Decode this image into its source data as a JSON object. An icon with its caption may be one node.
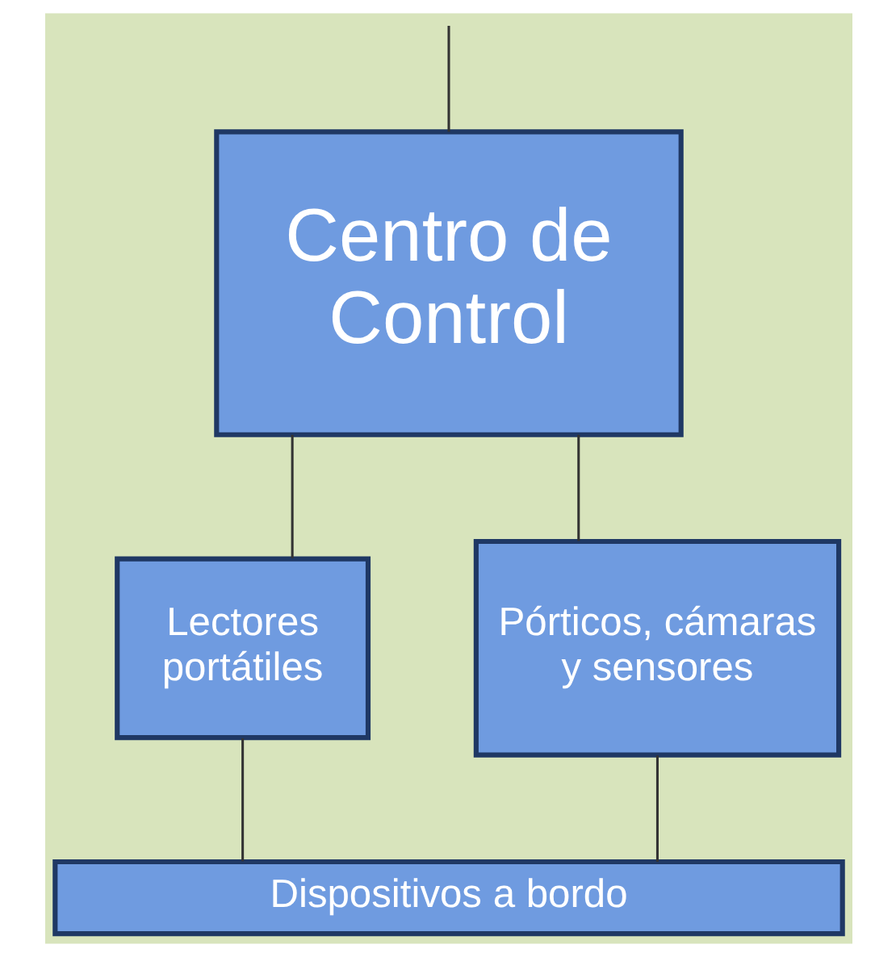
{
  "diagram": {
    "nodes": [
      {
        "text": [
          "Centro de Control"
        ]
      },
      {
        "text": [
          "Lectores portátiles"
        ]
      },
      {
        "text": [
          "Pórticos, cámaras y sensores"
        ]
      },
      {
        "text": [
          "Dispositivos a bordo"
        ]
      }
    ],
    "edges": [
      {
        "from": null,
        "to": 0,
        "arrow": "none"
      },
      {
        "from": 0,
        "to": 1,
        "arrow": "none"
      },
      {
        "from": 0,
        "to": 2,
        "arrow": "none"
      },
      {
        "from": 1,
        "to": 3,
        "arrow": "none"
      },
      {
        "from": 2,
        "to": 3,
        "arrow": "none"
      }
    ]
  }
}
